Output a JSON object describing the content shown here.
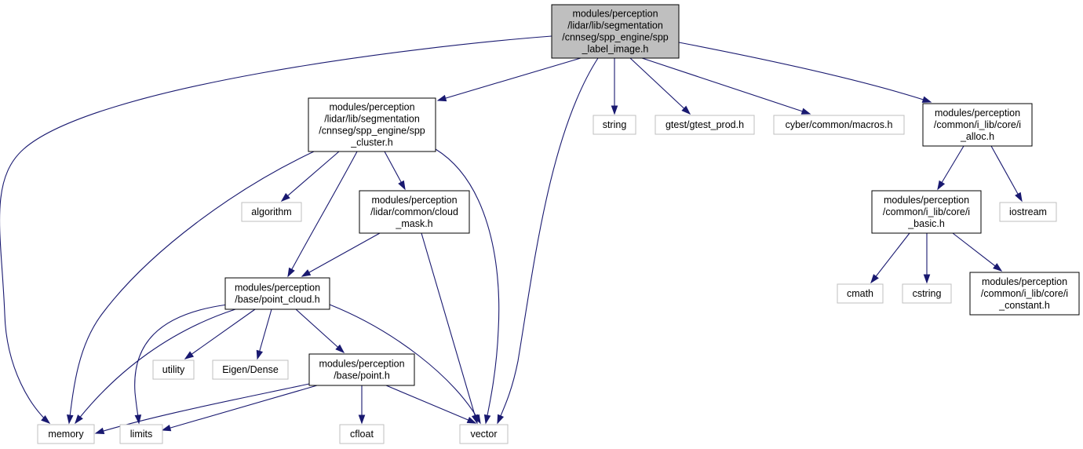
{
  "graph": {
    "nodes": [
      {
        "id": "label_image",
        "kind": "primary",
        "lines": [
          "modules/perception",
          "/lidar/lib/segmentation",
          "/cnnseg/spp_engine/spp",
          "_label_image.h"
        ]
      },
      {
        "id": "spp_cluster",
        "kind": "local",
        "lines": [
          "modules/perception",
          "/lidar/lib/segmentation",
          "/cnnseg/spp_engine/spp",
          "_cluster.h"
        ]
      },
      {
        "id": "string",
        "kind": "external",
        "lines": [
          "string"
        ]
      },
      {
        "id": "gtest_prod",
        "kind": "external",
        "lines": [
          "gtest/gtest_prod.h"
        ]
      },
      {
        "id": "macros",
        "kind": "external",
        "lines": [
          "cyber/common/macros.h"
        ]
      },
      {
        "id": "i_alloc",
        "kind": "local",
        "lines": [
          "modules/perception",
          "/common/i_lib/core/i",
          "_alloc.h"
        ]
      },
      {
        "id": "algorithm",
        "kind": "external",
        "lines": [
          "algorithm"
        ]
      },
      {
        "id": "cloud_mask",
        "kind": "local",
        "lines": [
          "modules/perception",
          "/lidar/common/cloud",
          "_mask.h"
        ]
      },
      {
        "id": "i_basic",
        "kind": "local",
        "lines": [
          "modules/perception",
          "/common/i_lib/core/i",
          "_basic.h"
        ]
      },
      {
        "id": "iostream",
        "kind": "external",
        "lines": [
          "iostream"
        ]
      },
      {
        "id": "point_cloud",
        "kind": "local",
        "lines": [
          "modules/perception",
          "/base/point_cloud.h"
        ]
      },
      {
        "id": "cmath",
        "kind": "external",
        "lines": [
          "cmath"
        ]
      },
      {
        "id": "cstring",
        "kind": "external",
        "lines": [
          "cstring"
        ]
      },
      {
        "id": "i_constant",
        "kind": "local",
        "lines": [
          "modules/perception",
          "/common/i_lib/core/i",
          "_constant.h"
        ]
      },
      {
        "id": "utility",
        "kind": "external",
        "lines": [
          "utility"
        ]
      },
      {
        "id": "eigen_dense",
        "kind": "external",
        "lines": [
          "Eigen/Dense"
        ]
      },
      {
        "id": "point",
        "kind": "local",
        "lines": [
          "modules/perception",
          "/base/point.h"
        ]
      },
      {
        "id": "memory",
        "kind": "external",
        "lines": [
          "memory"
        ]
      },
      {
        "id": "limits",
        "kind": "external",
        "lines": [
          "limits"
        ]
      },
      {
        "id": "cfloat",
        "kind": "external",
        "lines": [
          "cfloat"
        ]
      },
      {
        "id": "vector",
        "kind": "external",
        "lines": [
          "vector"
        ]
      }
    ],
    "edges": [
      {
        "from": "label_image",
        "to": "memory"
      },
      {
        "from": "label_image",
        "to": "spp_cluster"
      },
      {
        "from": "label_image",
        "to": "vector"
      },
      {
        "from": "label_image",
        "to": "string"
      },
      {
        "from": "label_image",
        "to": "gtest_prod"
      },
      {
        "from": "label_image",
        "to": "macros"
      },
      {
        "from": "label_image",
        "to": "i_alloc"
      },
      {
        "from": "spp_cluster",
        "to": "memory"
      },
      {
        "from": "spp_cluster",
        "to": "algorithm"
      },
      {
        "from": "spp_cluster",
        "to": "point_cloud"
      },
      {
        "from": "spp_cluster",
        "to": "cloud_mask"
      },
      {
        "from": "spp_cluster",
        "to": "vector"
      },
      {
        "from": "cloud_mask",
        "to": "point_cloud"
      },
      {
        "from": "cloud_mask",
        "to": "vector"
      },
      {
        "from": "point_cloud",
        "to": "memory"
      },
      {
        "from": "point_cloud",
        "to": "limits"
      },
      {
        "from": "point_cloud",
        "to": "utility"
      },
      {
        "from": "point_cloud",
        "to": "eigen_dense"
      },
      {
        "from": "point_cloud",
        "to": "point"
      },
      {
        "from": "point_cloud",
        "to": "vector"
      },
      {
        "from": "point",
        "to": "memory"
      },
      {
        "from": "point",
        "to": "limits"
      },
      {
        "from": "point",
        "to": "cfloat"
      },
      {
        "from": "point",
        "to": "vector"
      },
      {
        "from": "i_alloc",
        "to": "i_basic"
      },
      {
        "from": "i_alloc",
        "to": "iostream"
      },
      {
        "from": "i_basic",
        "to": "cmath"
      },
      {
        "from": "i_basic",
        "to": "cstring"
      },
      {
        "from": "i_basic",
        "to": "i_constant"
      }
    ]
  }
}
